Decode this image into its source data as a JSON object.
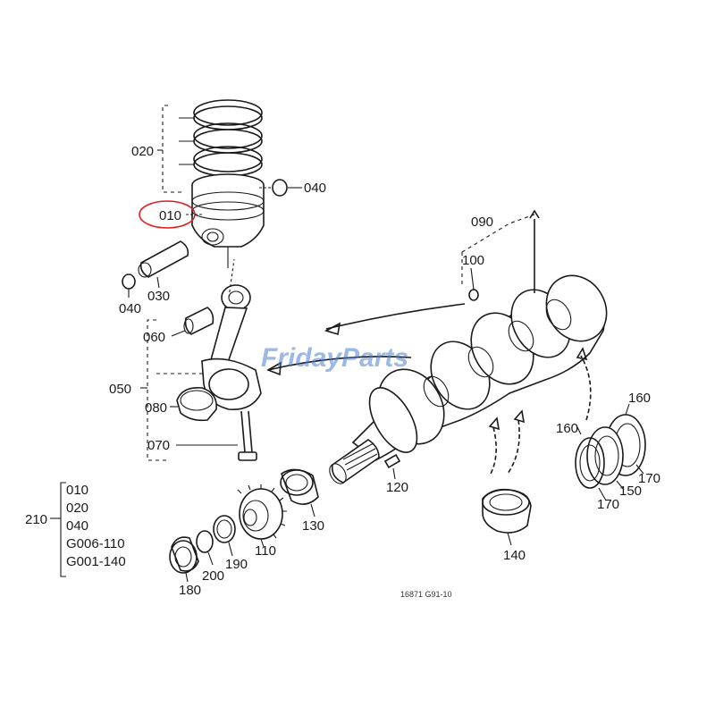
{
  "parts": {
    "p010": "010",
    "p020": "020",
    "p030": "030",
    "p040a": "040",
    "p040b": "040",
    "p050": "050",
    "p060": "060",
    "p070": "070",
    "p080": "080",
    "p090": "090",
    "p100": "100",
    "p110": "110",
    "p120": "120",
    "p130": "130",
    "p140": "140",
    "p150": "150",
    "p160a": "160",
    "p160b": "160",
    "p170a": "170",
    "p170b": "170",
    "p180": "180",
    "p190": "190",
    "p200": "200"
  },
  "kit": {
    "number": "210",
    "items": [
      "010",
      "020",
      "040",
      "G006-110",
      "G001-140"
    ]
  },
  "drawing_code": "16871 G91-10",
  "watermark": "FridayParts",
  "highlight_color": "#e02020",
  "watermark_color": "#4a7fd0"
}
